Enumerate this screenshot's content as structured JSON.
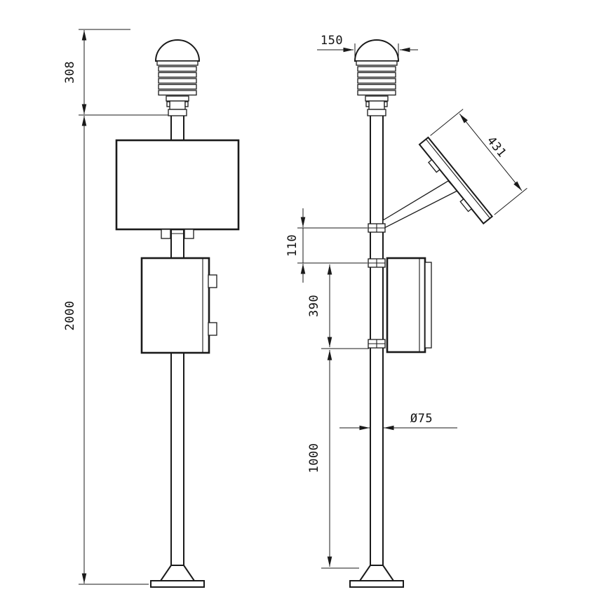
{
  "page": {
    "background": "#ffffff",
    "line_color": "#1a1a1a"
  },
  "drawing": {
    "kind": "weather-station-pole-two-view-drawing",
    "views": {
      "front": "front-view",
      "side": "side-view"
    }
  },
  "dimensions": {
    "sensor_height": "308",
    "total_height": "2000",
    "sensor_cap_width": "150",
    "solar_panel_length": "431",
    "bracket_spacing": "110",
    "cabinet_span": "390",
    "lower_pole_height": "1000",
    "pole_diameter": "Ø75"
  }
}
